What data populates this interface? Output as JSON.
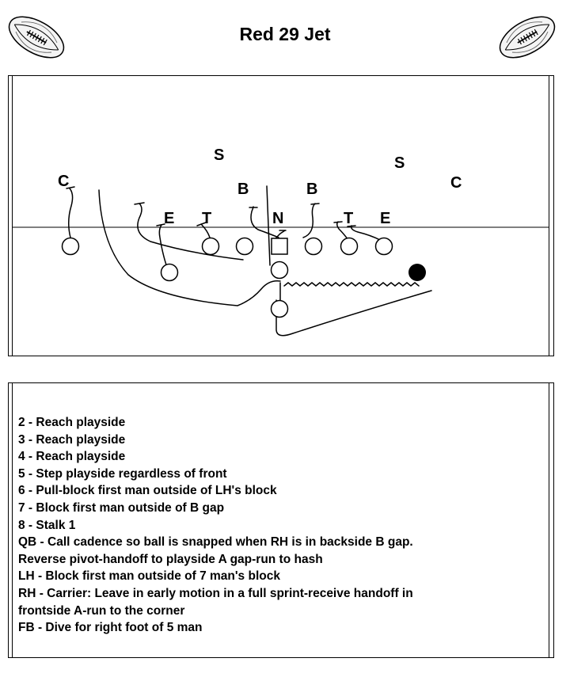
{
  "title": "Red 29 Jet",
  "icons": {
    "left": "football-icon",
    "right": "football-icon"
  },
  "defense": {
    "safety_left": "S",
    "safety_right": "S",
    "corner_left": "C",
    "corner_right": "C",
    "linebacker_left": "B",
    "linebacker_right": "B",
    "end_left": "E",
    "tackle_left": "T",
    "nose": "N",
    "tackle_right": "T",
    "end_right": "E"
  },
  "notes": [
    "2 - Reach playside",
    "3 - Reach playside",
    "4 - Reach playside",
    "5 - Step playside regardless of front",
    "6 - Pull-block first man outside of LH's block",
    "7 - Block first man outside of B gap",
    "8 - Stalk 1",
    "QB - Call cadence so ball is snapped when RH is in backside B gap.",
    "Reverse pivot-handoff to playside A gap-run to hash",
    "LH - Block first man outside of 7 man's block",
    "RH - Carrier: Leave in early motion in a full sprint-receive handoff in",
    "frontside A-run to the corner",
    "FB - Dive for right foot of 5 man"
  ]
}
